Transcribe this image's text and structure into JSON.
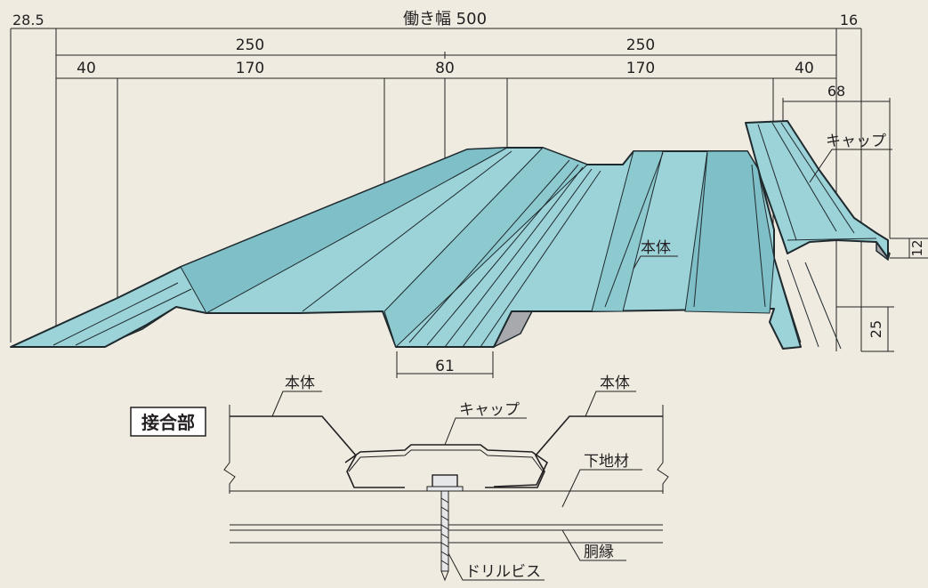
{
  "dimensions": {
    "working_width_label": "働き幅 500",
    "left_overhang": "28.5",
    "right_overhang": "16",
    "half_left": "250",
    "half_right": "250",
    "seg_40_left": "40",
    "seg_170_left": "170",
    "seg_80": "80",
    "seg_170_right": "170",
    "seg_40_right": "40",
    "cap_width": "68",
    "cap_height": "12",
    "rib_height": "25",
    "rib_base": "61"
  },
  "labels": {
    "cap": "キャップ",
    "body": "本体"
  },
  "joint_section": {
    "title": "接合部",
    "body_left": "本体",
    "body_right": "本体",
    "cap": "キャップ",
    "substrate": "下地材",
    "purlin": "胴縁",
    "drill_screw": "ドリルビス"
  },
  "colors": {
    "background": "#efebe1",
    "panel_top": "#9bd3d8",
    "panel_shade": "#7fbfc7",
    "panel_underside": "#a7a9ac",
    "outline": "#1f2a2e"
  }
}
